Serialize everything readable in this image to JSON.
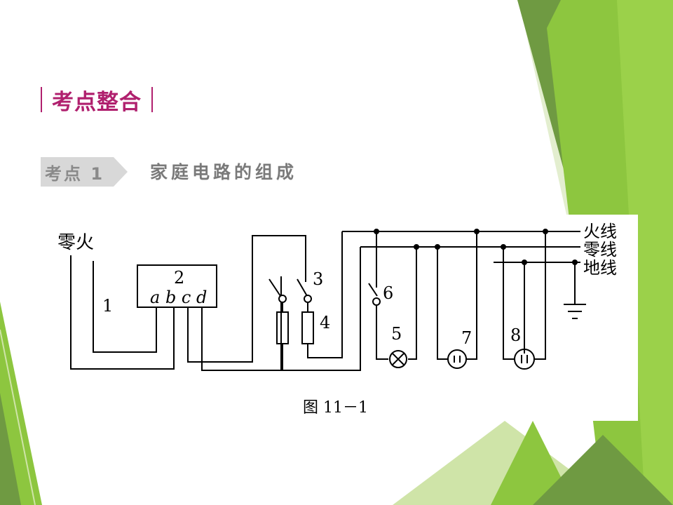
{
  "heading": {
    "text": "考点整合"
  },
  "topic": {
    "badge": "考点 1",
    "title": "家庭电路的组成"
  },
  "diagram": {
    "labels": {
      "neutral_fire_top": "零火",
      "meter_number": "1",
      "box_number": "2",
      "terminals": "a b c d",
      "switch_number": "3",
      "fuse_number": "4",
      "lamp_number": "5",
      "lamp_switch_number": "6",
      "socket2_number": "7",
      "socket3_number": "8",
      "fire_line": "火线",
      "neutral_line": "零线",
      "ground_line": "地线"
    },
    "caption": "图 11－1"
  },
  "colors": {
    "heading": "#b0206e",
    "badge_text": "#8a8a8a",
    "subtitle": "#7a7a7a",
    "accent_green": "#8dc63f"
  }
}
